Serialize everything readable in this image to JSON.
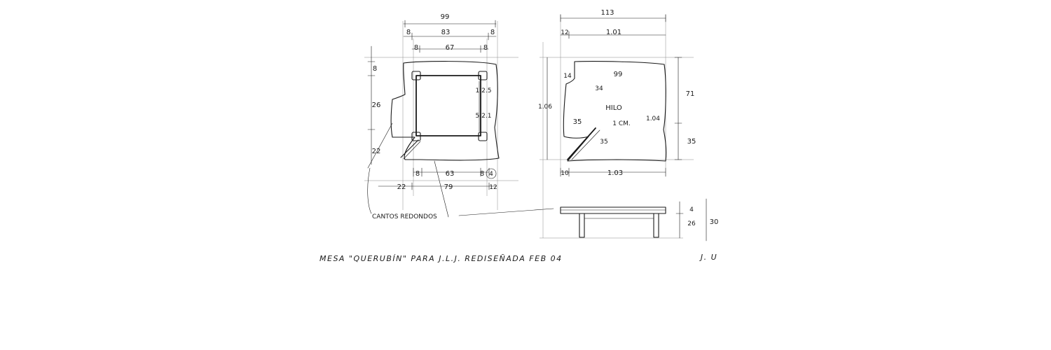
{
  "plan_left": {
    "dims_top": [
      "99",
      "8",
      "83",
      "8",
      "8",
      "67",
      "8"
    ],
    "dims_left": [
      "8",
      "26",
      "22"
    ],
    "dims_inner": [
      "1 2.5",
      "5 2.1"
    ],
    "dims_bottom": [
      "8",
      "63",
      "8",
      "4",
      "22",
      "79",
      "12"
    ],
    "note_label": "CANTOS REDONDOS"
  },
  "plan_right": {
    "dims_top": [
      "113",
      "12",
      "1.01"
    ],
    "dims_inner": [
      "14",
      "99",
      "34",
      "HILO",
      "1.04",
      "35",
      "1 CM.",
      "35",
      "1.06"
    ],
    "dims_right": [
      "71",
      "35"
    ],
    "dims_bottom": [
      "10",
      "1.03"
    ]
  },
  "elevation": {
    "dims_right": [
      "4",
      "26",
      "30"
    ]
  },
  "caption": {
    "title": "MESA \"QUERUBÍN\" PARA J.L.J.   REDISEÑADA  FEB 04",
    "initials": "J. U"
  }
}
